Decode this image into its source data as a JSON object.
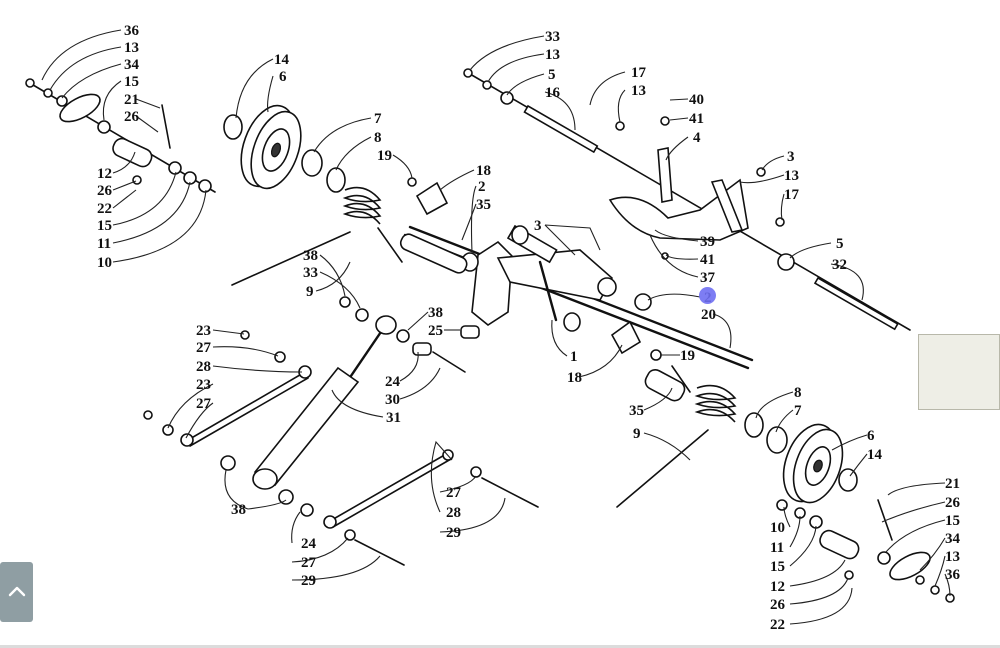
{
  "diagram": {
    "labels": {
      "l36a": "36",
      "l13a": "13",
      "l34a": "34",
      "l15a": "15",
      "l21a": "21",
      "l26a": "26",
      "l12a": "12",
      "l26b": "26",
      "l22a": "22",
      "l15b": "15",
      "l11a": "11",
      "l10a": "10",
      "l14a": "14",
      "l6a": "6",
      "l7a": "7",
      "l8a": "8",
      "l19a": "19",
      "l18a": "18",
      "l2a": "2",
      "l35a": "35",
      "l3a": "3",
      "l38a": "38",
      "l33a": "33",
      "l9a": "9",
      "l38b": "38",
      "l25a": "25",
      "l23a": "23",
      "l27a": "27",
      "l28a": "28",
      "l23b": "23",
      "l27b": "27",
      "l24a": "24",
      "l30a": "30",
      "l31a": "31",
      "l38c": "38",
      "l24b": "24",
      "l27c": "27",
      "l29a": "29",
      "l27d": "27",
      "l28b": "28",
      "l29b": "29",
      "l33b": "33",
      "l13b": "13",
      "l5a": "5",
      "l16a": "16",
      "l17a": "17",
      "l13c": "13",
      "l40a": "40",
      "l41a": "41",
      "l4a": "4",
      "l3b": "3",
      "l13d": "13",
      "l17b": "17",
      "l39a": "39",
      "l41b": "41",
      "l37a": "37",
      "l5b": "5",
      "l32a": "32",
      "l2b": "2",
      "l20a": "20",
      "l1a": "1",
      "l18b": "18",
      "l19b": "19",
      "l35b": "35",
      "l9b": "9",
      "l8b": "8",
      "l7b": "7",
      "l6b": "6",
      "l14b": "14",
      "l21b": "21",
      "l26c": "26",
      "l15c": "15",
      "l34b": "34",
      "l13e": "13",
      "l36b": "36",
      "l10b": "10",
      "l11b": "11",
      "l15d": "15",
      "l12b": "12",
      "l26d": "26",
      "l22b": "22"
    }
  },
  "colors": {
    "hotspot": "#6f6ff2",
    "line": "#111111",
    "collapse_button": "#8f9ea3",
    "side_panel": "#eeeee6"
  },
  "icons": {
    "collapse": "chevron-up-icon",
    "hotspot": "hotspot-marker"
  }
}
